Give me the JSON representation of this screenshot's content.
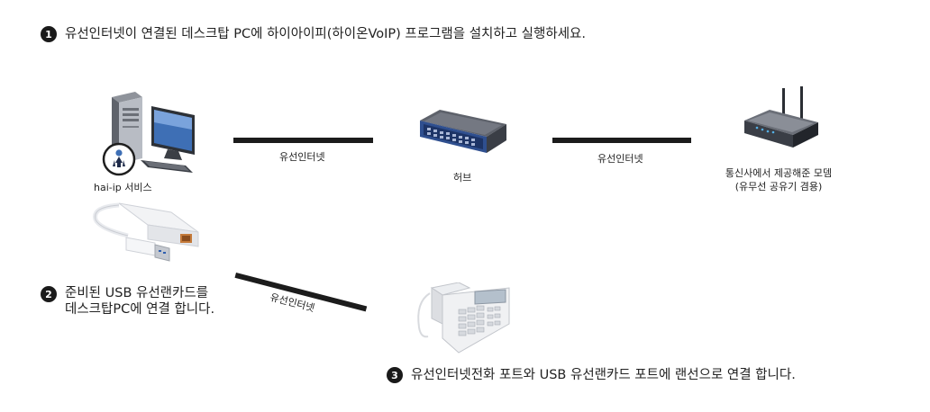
{
  "steps": [
    {
      "num": "1",
      "text": "유선인터넷이 연결된 데스크탑 PC에 하이아이피(하이온VoIP) 프로그램을 설치하고 실행하세요."
    },
    {
      "num": "2",
      "line1": "준비된 USB 유선랜카드를",
      "line2": "데스크탑PC에 연결 합니다."
    },
    {
      "num": "3",
      "text": "유선인터넷전화 포트와 USB 유선랜카드 포트에 랜선으로 연결 합니다."
    }
  ],
  "devices": {
    "pc_label": "hai-ip 서비스",
    "hub_label": "허브",
    "modem_line1": "통신사에서 제공해준 모뎀",
    "modem_line2": "(유무선 공유기 겸용)"
  },
  "cables": {
    "pc_hub": "유선인터넷",
    "hub_modem": "유선인터넷",
    "usb_phone": "유선인터넷"
  },
  "colors": {
    "badge": "#1a1a1a",
    "cable": "#1c1c1c",
    "device_blue": "#2f4f8f",
    "device_gray": "#5a5d66"
  }
}
